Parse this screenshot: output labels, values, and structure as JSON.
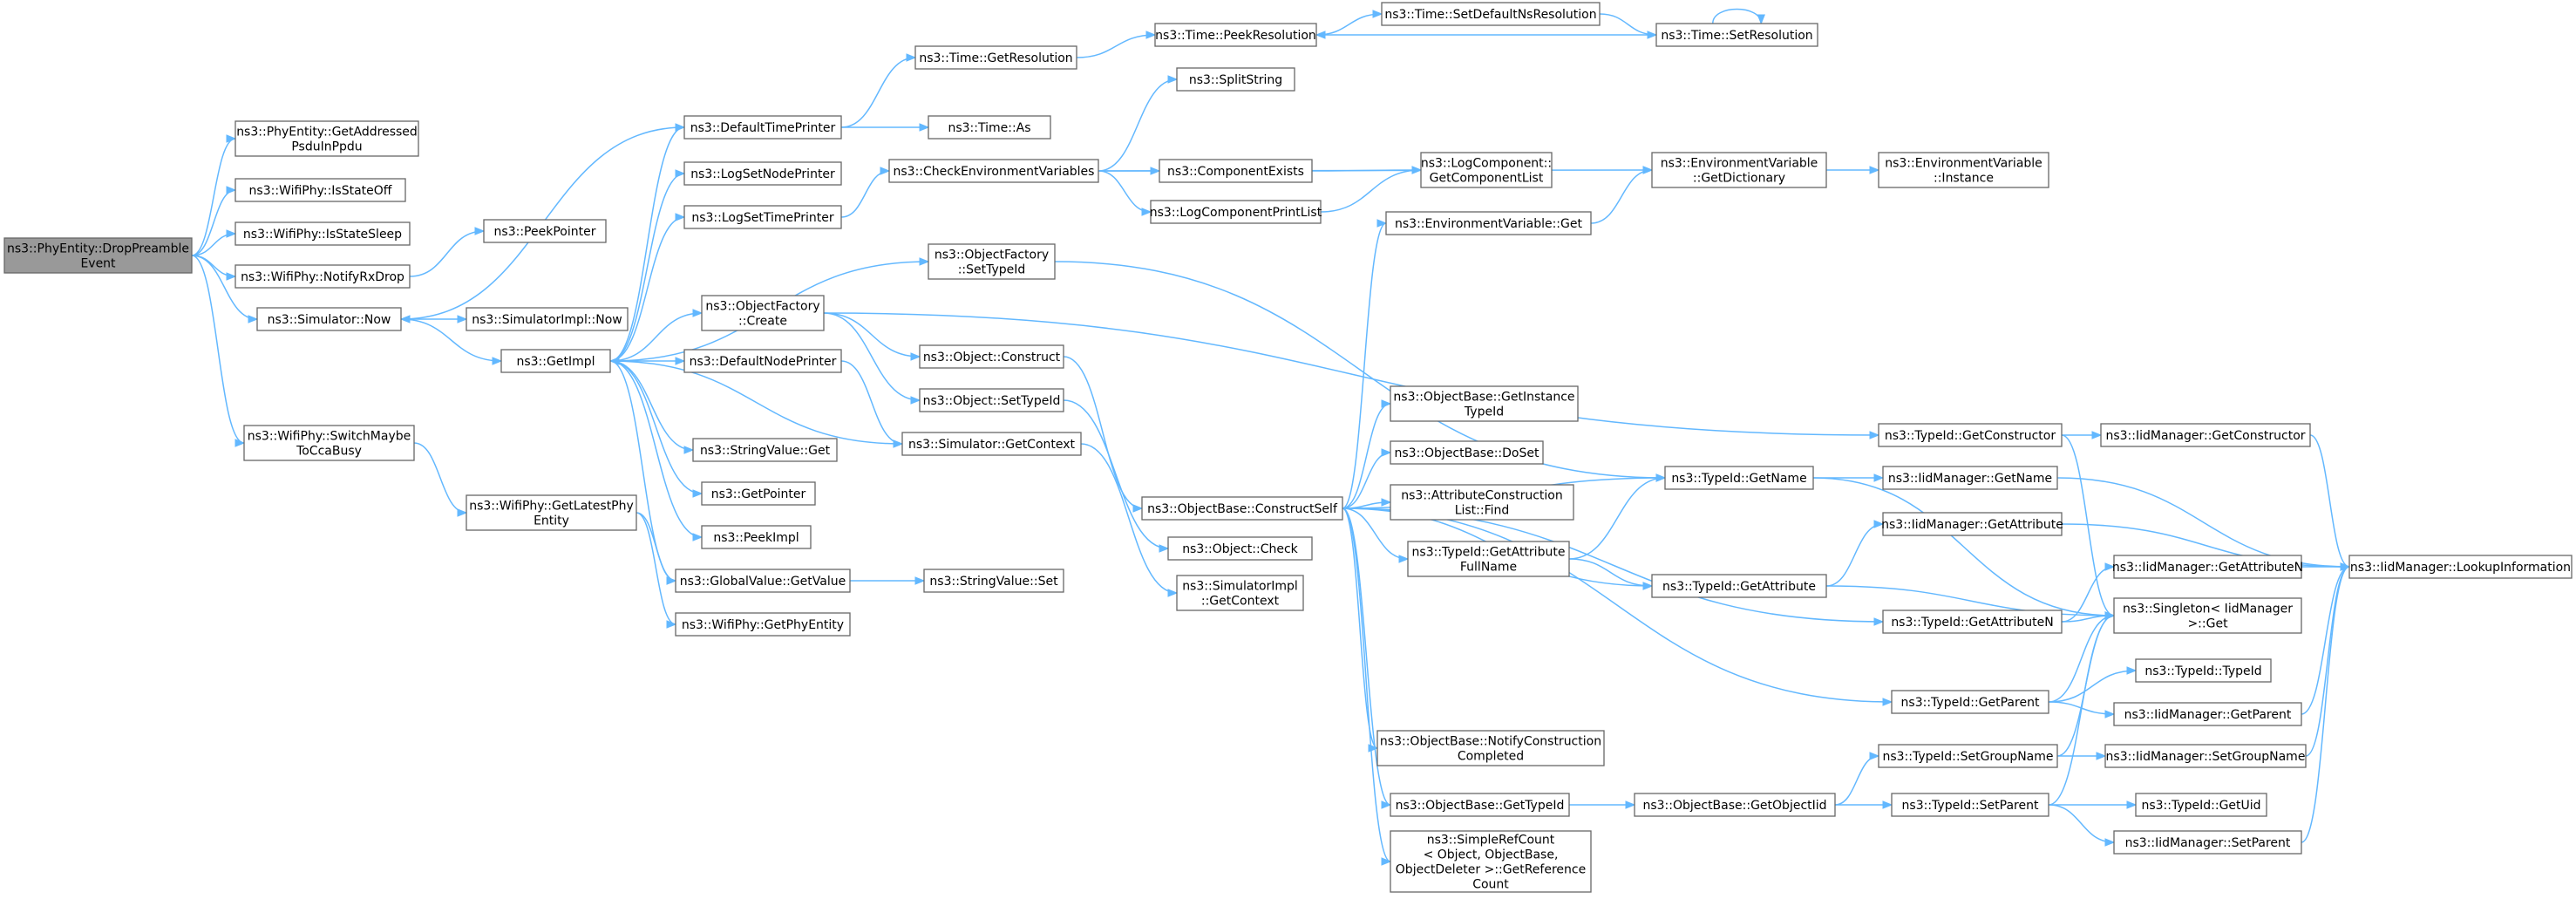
{
  "graph": {
    "colors": {
      "edge": "#63b8ff",
      "node_border": "#666666",
      "node_fill": "#ffffff",
      "root_fill": "#999999",
      "text": "#000000"
    },
    "nodes": [
      {
        "id": "root",
        "lines": [
          "ns3::PhyEntity::DropPreamble",
          "Event"
        ],
        "root": true
      },
      {
        "id": "getaddr",
        "lines": [
          "ns3::PhyEntity::GetAddressed",
          "PsduInPpdu"
        ]
      },
      {
        "id": "isoff",
        "lines": [
          "ns3::WifiPhy::IsStateOff"
        ]
      },
      {
        "id": "issleep",
        "lines": [
          "ns3::WifiPhy::IsStateSleep"
        ]
      },
      {
        "id": "notify",
        "lines": [
          "ns3::WifiPhy::NotifyRxDrop"
        ]
      },
      {
        "id": "simnow",
        "lines": [
          "ns3::Simulator::Now"
        ]
      },
      {
        "id": "switchcca",
        "lines": [
          "ns3::WifiPhy::SwitchMaybe",
          "ToCcaBusy"
        ]
      },
      {
        "id": "peekptr",
        "lines": [
          "ns3::PeekPointer"
        ]
      },
      {
        "id": "implnow",
        "lines": [
          "ns3::SimulatorImpl::Now"
        ]
      },
      {
        "id": "getimpl",
        "lines": [
          "ns3::GetImpl"
        ]
      },
      {
        "id": "getlatest",
        "lines": [
          "ns3::WifiPhy::GetLatestPhy",
          "Entity"
        ]
      },
      {
        "id": "dtp",
        "lines": [
          "ns3::DefaultTimePrinter"
        ]
      },
      {
        "id": "lsnp",
        "lines": [
          "ns3::LogSetNodePrinter"
        ]
      },
      {
        "id": "lstp",
        "lines": [
          "ns3::LogSetTimePrinter"
        ]
      },
      {
        "id": "ofcreate",
        "lines": [
          "ns3::ObjectFactory",
          "::Create"
        ]
      },
      {
        "id": "dnp",
        "lines": [
          "ns3::DefaultNodePrinter"
        ]
      },
      {
        "id": "strget",
        "lines": [
          "ns3::StringValue::Get"
        ]
      },
      {
        "id": "getptr",
        "lines": [
          "ns3::GetPointer"
        ]
      },
      {
        "id": "peekimpl",
        "lines": [
          "ns3::PeekImpl"
        ]
      },
      {
        "id": "gvget",
        "lines": [
          "ns3::GlobalValue::GetValue"
        ]
      },
      {
        "id": "getphy",
        "lines": [
          "ns3::WifiPhy::GetPhyEntity"
        ]
      },
      {
        "id": "timegetres",
        "lines": [
          "ns3::Time::GetResolution"
        ]
      },
      {
        "id": "timeas",
        "lines": [
          "ns3::Time::As"
        ]
      },
      {
        "id": "checkenv",
        "lines": [
          "ns3::CheckEnvironmentVariables"
        ]
      },
      {
        "id": "ofsettype",
        "lines": [
          "ns3::ObjectFactory",
          "::SetTypeId"
        ]
      },
      {
        "id": "objconstruct",
        "lines": [
          "ns3::Object::Construct"
        ]
      },
      {
        "id": "objsettype",
        "lines": [
          "ns3::Object::SetTypeId"
        ]
      },
      {
        "id": "simgetctx",
        "lines": [
          "ns3::Simulator::GetContext"
        ]
      },
      {
        "id": "strset",
        "lines": [
          "ns3::StringValue::Set"
        ]
      },
      {
        "id": "peekres",
        "lines": [
          "ns3::Time::PeekResolution"
        ]
      },
      {
        "id": "splitstr",
        "lines": [
          "ns3::SplitString"
        ]
      },
      {
        "id": "compexists",
        "lines": [
          "ns3::ComponentExists"
        ]
      },
      {
        "id": "lcprint",
        "lines": [
          "ns3::LogComponentPrintList"
        ]
      },
      {
        "id": "obcs",
        "lines": [
          "ns3::ObjectBase::ConstructSelf"
        ]
      },
      {
        "id": "objcheck",
        "lines": [
          "ns3::Object::Check"
        ]
      },
      {
        "id": "implgetctx",
        "lines": [
          "ns3::SimulatorImpl",
          "::GetContext"
        ]
      },
      {
        "id": "setdefns",
        "lines": [
          "ns3::Time::SetDefaultNsResolution"
        ]
      },
      {
        "id": "lcgetlist",
        "lines": [
          "ns3::LogComponent::",
          "GetComponentList"
        ]
      },
      {
        "id": "envget",
        "lines": [
          "ns3::EnvironmentVariable::Get"
        ]
      },
      {
        "id": "obgetinst",
        "lines": [
          "ns3::ObjectBase::GetInstance",
          "TypeId"
        ]
      },
      {
        "id": "obdoset",
        "lines": [
          "ns3::ObjectBase::DoSet"
        ]
      },
      {
        "id": "acfind",
        "lines": [
          "ns3::AttributeConstruction",
          "List::Find"
        ]
      },
      {
        "id": "tigetattrfull",
        "lines": [
          "ns3::TypeId::GetAttribute",
          "FullName"
        ]
      },
      {
        "id": "obnotify",
        "lines": [
          "ns3::ObjectBase::NotifyConstruction",
          "Completed"
        ]
      },
      {
        "id": "obgettype",
        "lines": [
          "ns3::ObjectBase::GetTypeId"
        ]
      },
      {
        "id": "srcount",
        "lines": [
          "ns3::SimpleRefCount",
          "< Object, ObjectBase,",
          "ObjectDeleter >::GetReference",
          "Count"
        ]
      },
      {
        "id": "setres",
        "lines": [
          "ns3::Time::SetResolution"
        ]
      },
      {
        "id": "envgetdict",
        "lines": [
          "ns3::EnvironmentVariable",
          "::GetDictionary"
        ]
      },
      {
        "id": "tigetname",
        "lines": [
          "ns3::TypeId::GetName"
        ]
      },
      {
        "id": "tigetattr",
        "lines": [
          "ns3::TypeId::GetAttribute"
        ]
      },
      {
        "id": "obgetobjiid",
        "lines": [
          "ns3::ObjectBase::GetObjectIid"
        ]
      },
      {
        "id": "envinst",
        "lines": [
          "ns3::EnvironmentVariable",
          "::Instance"
        ]
      },
      {
        "id": "tigetctor",
        "lines": [
          "ns3::TypeId::GetConstructor"
        ]
      },
      {
        "id": "imgetname",
        "lines": [
          "ns3::IidManager::GetName"
        ]
      },
      {
        "id": "imgetattr",
        "lines": [
          "ns3::IidManager::GetAttribute"
        ]
      },
      {
        "id": "tigetattrn",
        "lines": [
          "ns3::TypeId::GetAttributeN"
        ]
      },
      {
        "id": "tigetparent",
        "lines": [
          "ns3::TypeId::GetParent"
        ]
      },
      {
        "id": "tisetgroup",
        "lines": [
          "ns3::TypeId::SetGroupName"
        ]
      },
      {
        "id": "tisetparent",
        "lines": [
          "ns3::TypeId::SetParent"
        ]
      },
      {
        "id": "imgetctor",
        "lines": [
          "ns3::IidManager::GetConstructor"
        ]
      },
      {
        "id": "imgetattrn",
        "lines": [
          "ns3::IidManager::GetAttributeN"
        ]
      },
      {
        "id": "singleton",
        "lines": [
          "ns3::Singleton< IidManager",
          ">::Get"
        ]
      },
      {
        "id": "titypeid",
        "lines": [
          "ns3::TypeId::TypeId"
        ]
      },
      {
        "id": "imgetparent",
        "lines": [
          "ns3::IidManager::GetParent"
        ]
      },
      {
        "id": "imsetgroup",
        "lines": [
          "ns3::IidManager::SetGroupName"
        ]
      },
      {
        "id": "tigetuid",
        "lines": [
          "ns3::TypeId::GetUid"
        ]
      },
      {
        "id": "imsetparent",
        "lines": [
          "ns3::IidManager::SetParent"
        ]
      },
      {
        "id": "imlookup",
        "lines": [
          "ns3::IidManager::LookupInformation"
        ]
      }
    ]
  }
}
